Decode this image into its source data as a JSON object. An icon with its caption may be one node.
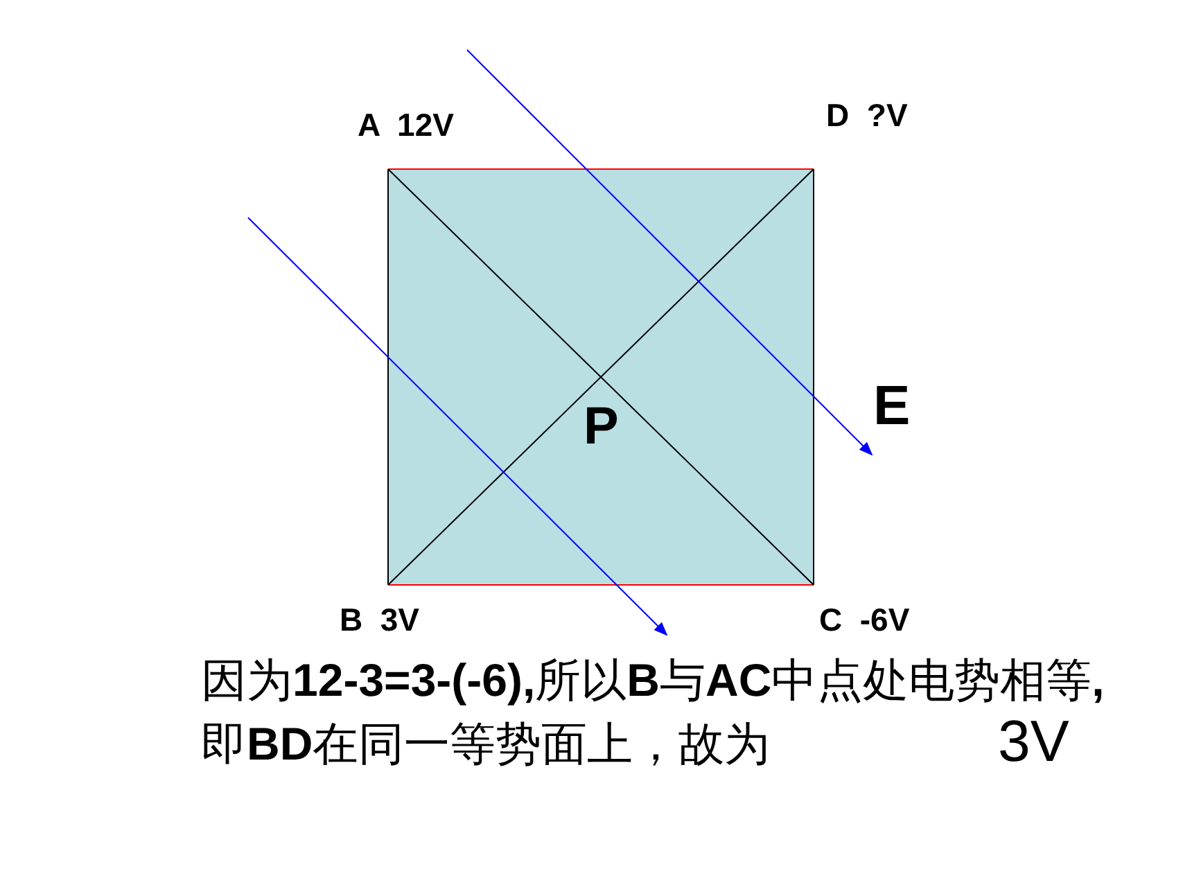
{
  "diagram": {
    "labels": [
      "A  12V",
      "D  ?V",
      "E",
      "P",
      "B  3V",
      "C  -6V",
      "因为**12-3=3-(-6),**所以**B**与**AC**中点处电势相等**,**即**BD**在同一等势面上，故为",
      "3V"
    ]
  }
}
